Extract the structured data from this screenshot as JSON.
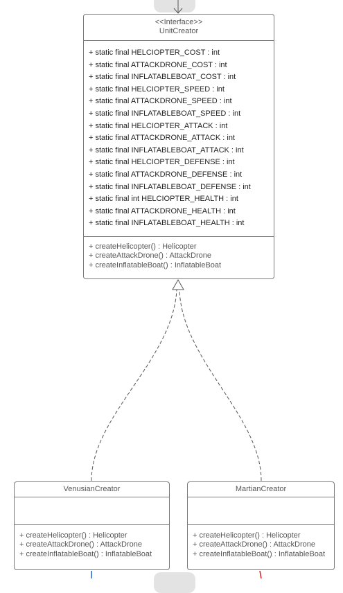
{
  "unit_creator": {
    "stereotype": "<<Interface>>",
    "name": "UnitCreator",
    "attributes": [
      "+ static final HELCIOPTER_COST : int",
      "+ static final ATTACKDRONE_COST : int",
      "+ static final INFLATABLEBOAT_COST : int",
      "+ static final HELCIOPTER_SPEED : int",
      "+ static final ATTACKDRONE_SPEED : int",
      "+ static final INFLATABLEBOAT_SPEED : int",
      "+ static final HELCIOPTER_ATTACK : int",
      "+ static final ATTACKDRONE_ATTACK : int",
      "+ static final INFLATABLEBOAT_ATTACK : int",
      "+ static final HELCIOPTER_DEFENSE : int",
      "+ static final ATTACKDRONE_DEFENSE : int",
      "+ static final INFLATABLEBOAT_DEFENSE : int",
      "+ static final int HELCIOPTER_HEALTH : int",
      "+ static final ATTACKDRONE_HEALTH : int",
      "+ static final INFLATABLEBOAT_HEALTH : int"
    ],
    "methods": [
      "+ createHelicopter() : Helicopter",
      "+ createAttackDrone() : AttackDrone",
      "+ createInflatableBoat() : InflatableBoat"
    ]
  },
  "venusian_creator": {
    "name": "VenusianCreator",
    "methods": [
      "+ createHelicopter() : Helicopter",
      "+ createAttackDrone() : AttackDrone",
      "+ createInflatableBoat() : InflatableBoat"
    ]
  },
  "martian_creator": {
    "name": "MartianCreator",
    "methods": [
      "+ createHelicopter() : Helicopter",
      "+ createAttackDrone() : AttackDrone",
      "+ createInflatableBoat() : InflatableBoat"
    ]
  },
  "colors": {
    "border": "#7a7a7a",
    "connector": "#555555",
    "venusian_link": "#1a5fd6",
    "martian_link": "#d11a1a",
    "stub": "#e3e3e3"
  }
}
